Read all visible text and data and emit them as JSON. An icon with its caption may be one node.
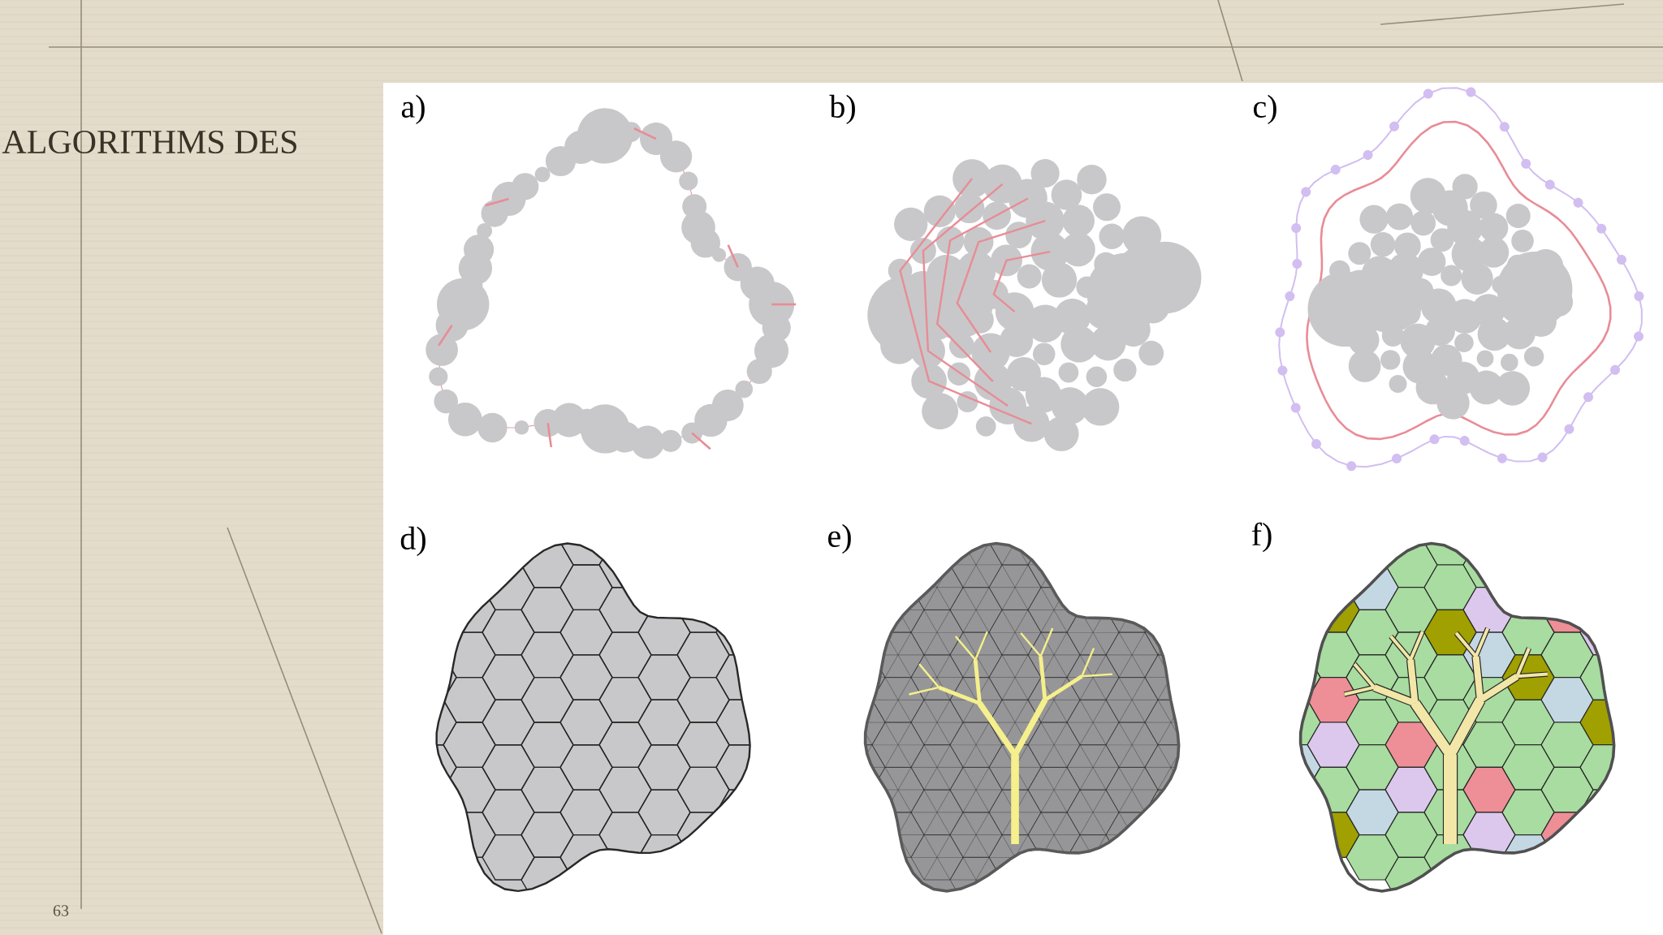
{
  "diagram": {
    "title": "ALGORITHMS DES",
    "labels": [
      "a)",
      "b)",
      "c)",
      "d)",
      "e)",
      "f)",
      "63"
    ]
  }
}
